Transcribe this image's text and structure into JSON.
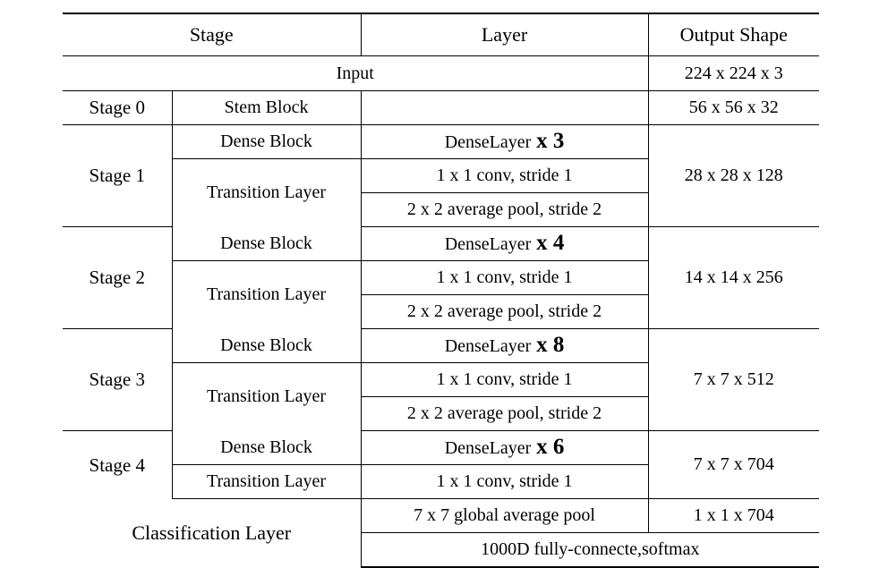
{
  "table": {
    "headers": [
      "Stage",
      "Layer",
      "Output Shape"
    ],
    "input_row": {
      "label": "Input",
      "output": "224 x 224 x 3"
    },
    "stages": [
      {
        "stage": "Stage 0",
        "blocks": [
          {
            "name": "Stem Block",
            "layers": [
              ""
            ]
          }
        ],
        "output": "56 x 56 x 32"
      },
      {
        "stage": "Stage 1",
        "blocks": [
          {
            "name": "Dense Block",
            "layers": [
              "DenseLayer"
            ],
            "multiplier": "x 3"
          },
          {
            "name": "Transition Layer",
            "layers": [
              "1 x 1 conv, stride 1",
              "2 x 2 average pool, stride 2"
            ]
          }
        ],
        "output": "28 x 28 x 128"
      },
      {
        "stage": "Stage 2",
        "blocks": [
          {
            "name": "Dense Block",
            "layers": [
              "DenseLayer"
            ],
            "multiplier": "x 4"
          },
          {
            "name": "Transition Layer",
            "layers": [
              "1 x 1 conv, stride 1",
              "2 x 2 average pool, stride 2"
            ]
          }
        ],
        "output": "14 x 14 x 256"
      },
      {
        "stage": "Stage 3",
        "blocks": [
          {
            "name": "Dense Block",
            "layers": [
              "DenseLayer"
            ],
            "multiplier": "x 8"
          },
          {
            "name": "Transition Layer",
            "layers": [
              "1 x 1 conv, stride 1",
              "2 x 2 average pool, stride 2"
            ]
          }
        ],
        "output": "7 x 7 x 512"
      },
      {
        "stage": "Stage 4",
        "blocks": [
          {
            "name": "Dense Block",
            "layers": [
              "DenseLayer"
            ],
            "multiplier": "x 6"
          },
          {
            "name": "Transition Layer",
            "layers": [
              "1 x 1 conv, stride 1"
            ]
          }
        ],
        "output": "7 x 7 x 704"
      }
    ],
    "classification": {
      "label": "Classification Layer",
      "pool_layer": "7 x 7 global average pool",
      "pool_output": "1 x 1 x 704",
      "fc_layer": "1000D fully-connecte,softmax"
    },
    "dense_layer_name": "DenseLayer"
  }
}
